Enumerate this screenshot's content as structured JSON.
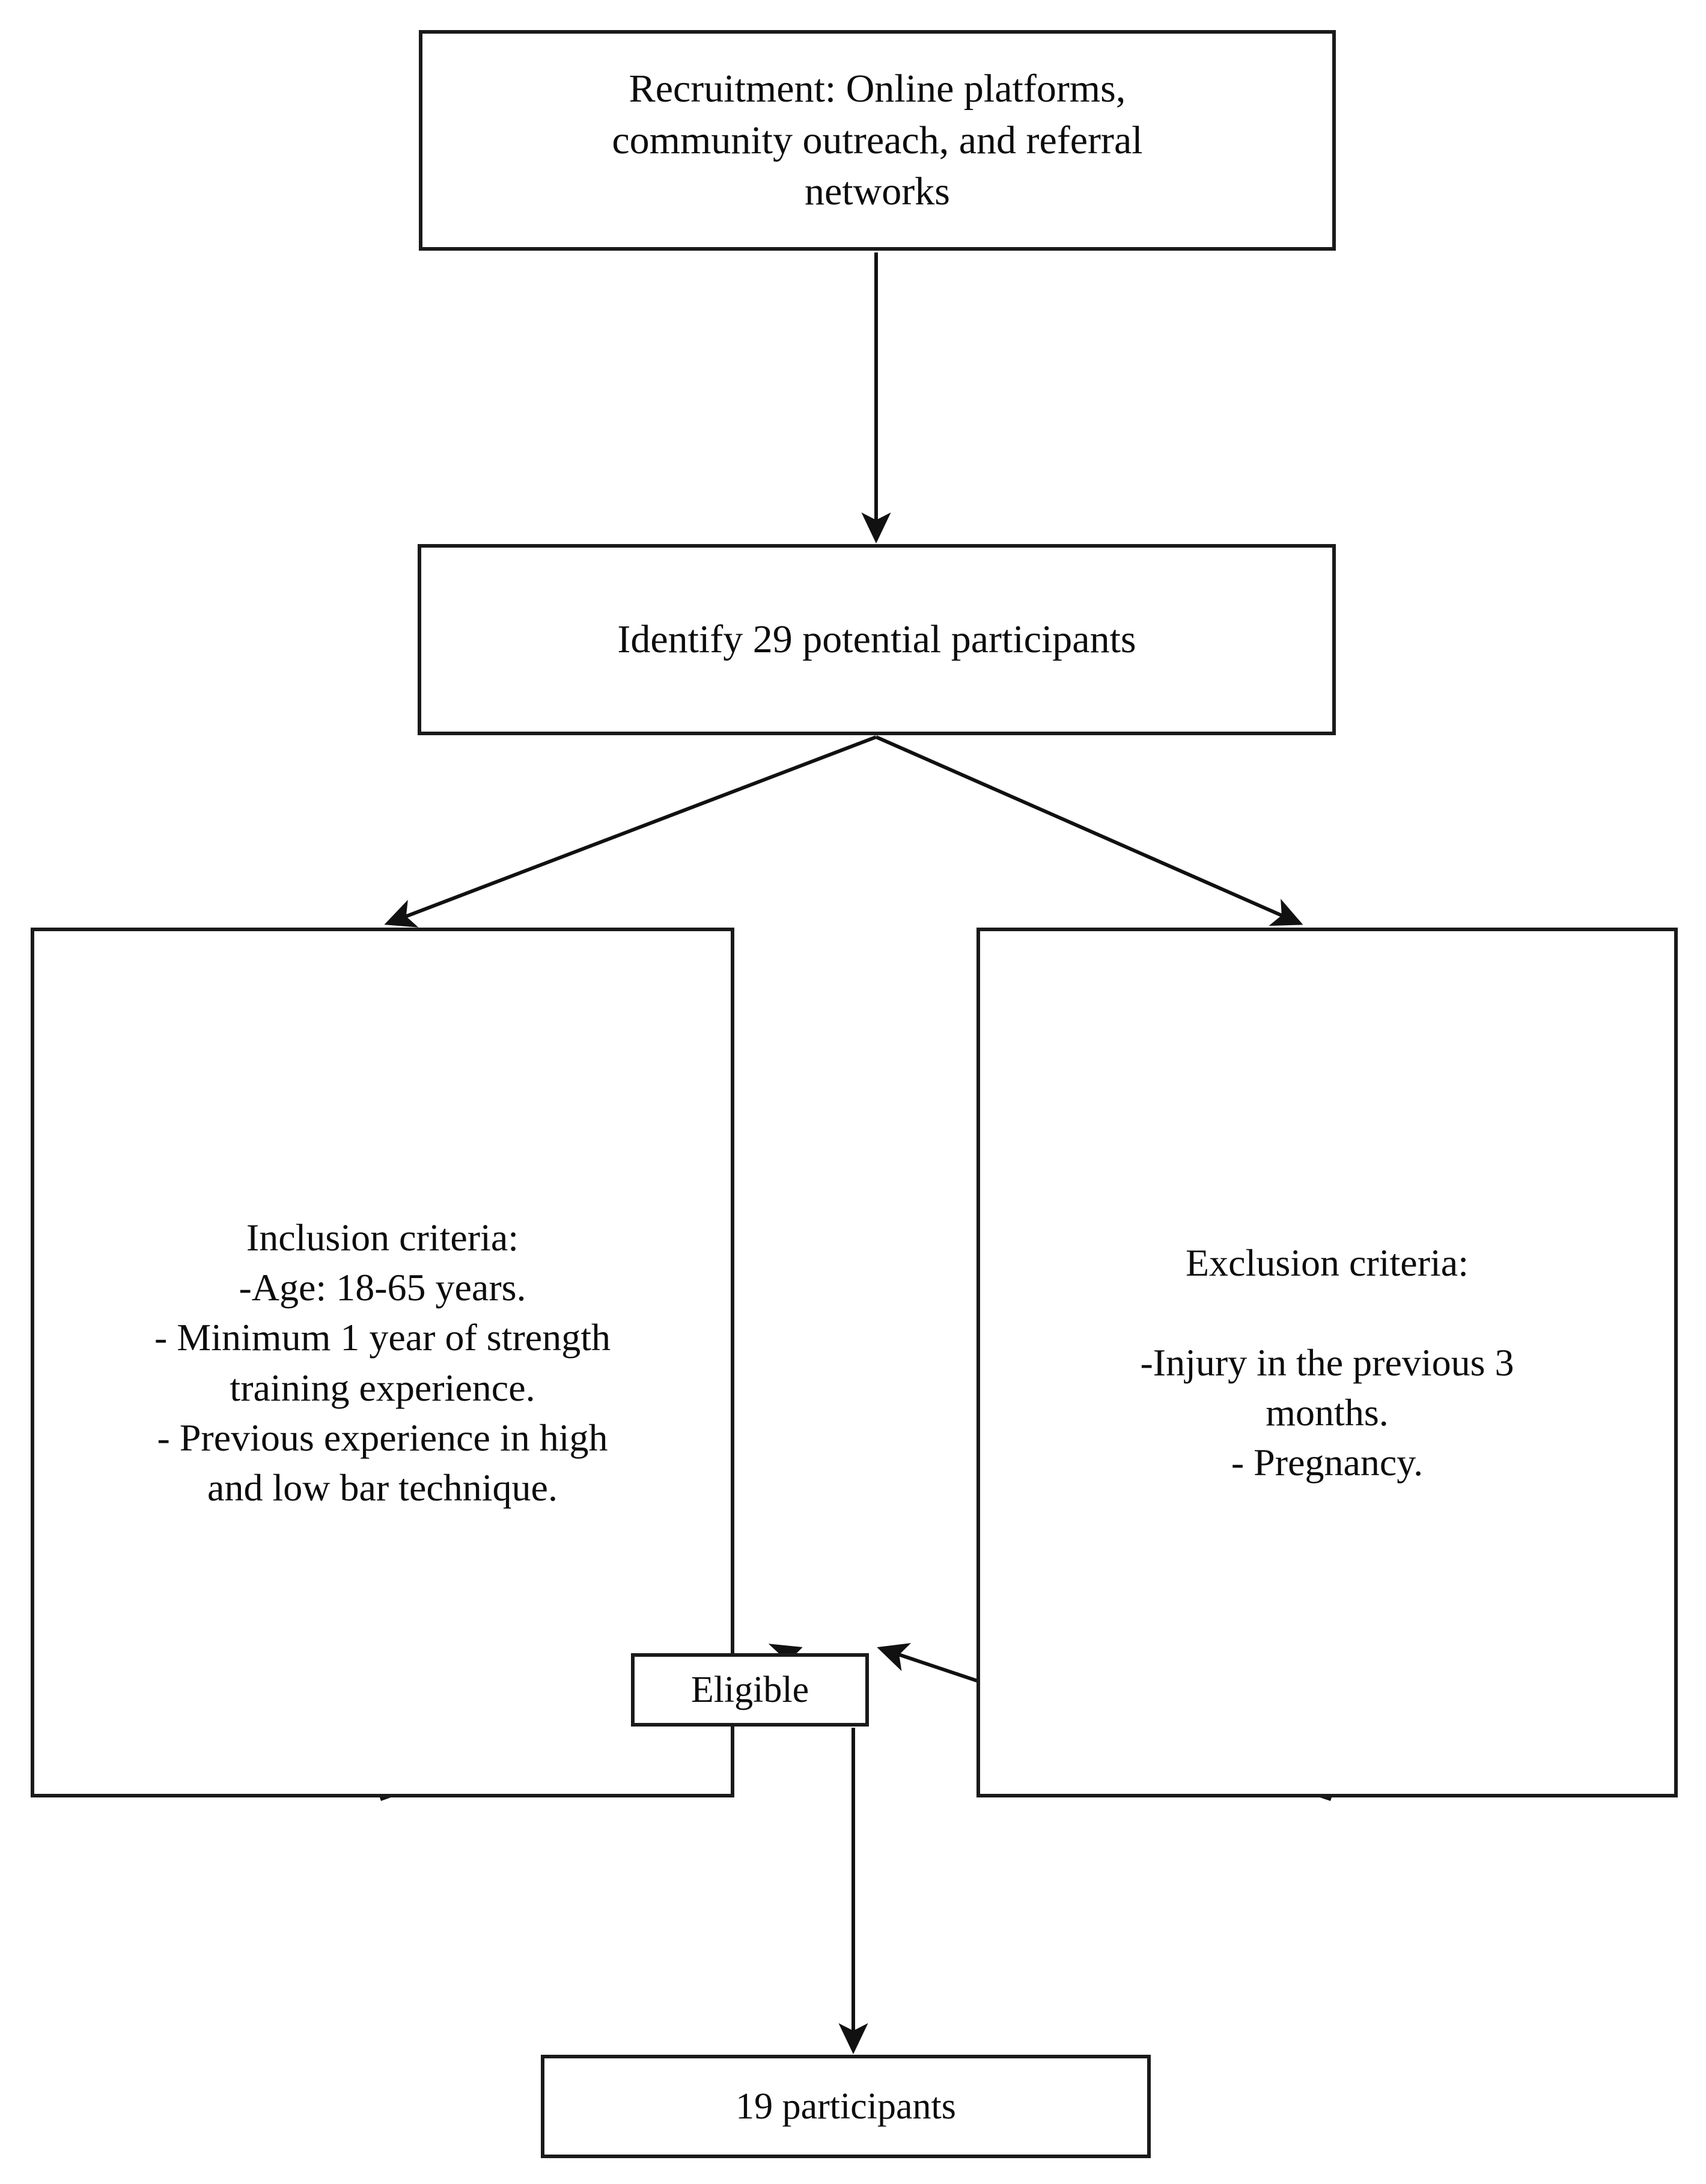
{
  "diagram": {
    "title": "Participant recruitment and eligibility flowchart",
    "type": "flowchart",
    "background_color": "#ffffff",
    "line_color": "#1a1a1a",
    "text_color": "#0d0d0d",
    "nodes": {
      "recruitment": {
        "label": "Recruitment: Online platforms,\ncommunity outreach, and referral\nnetworks"
      },
      "identify": {
        "label": "Identify 29 potential participants"
      },
      "inclusion": {
        "label": "Inclusion criteria:\n-Age: 18-65 years.\n- Minimum 1 year of strength\ntraining experience.\n- Previous experience in high\nand low bar technique."
      },
      "exclusion": {
        "label": "Exclusion criteria:\n\n-Injury in the previous 3\nmonths.\n- Pregnancy."
      },
      "eligible": {
        "label": "Eligible"
      },
      "participants": {
        "label": "19 participants"
      }
    },
    "edges": [
      {
        "from": "recruitment",
        "to": "identify",
        "style": "straight-down-arrow"
      },
      {
        "from": "identify",
        "to": "inclusion",
        "style": "diagonal-arrow"
      },
      {
        "from": "identify",
        "to": "exclusion",
        "style": "diagonal-arrow"
      },
      {
        "from": "inclusion",
        "to": "eligible",
        "style": "diagonal-arrow"
      },
      {
        "from": "exclusion",
        "to": "eligible",
        "style": "diagonal-arrow"
      },
      {
        "from": "eligible",
        "to": "participants",
        "style": "straight-down-arrow"
      }
    ]
  }
}
